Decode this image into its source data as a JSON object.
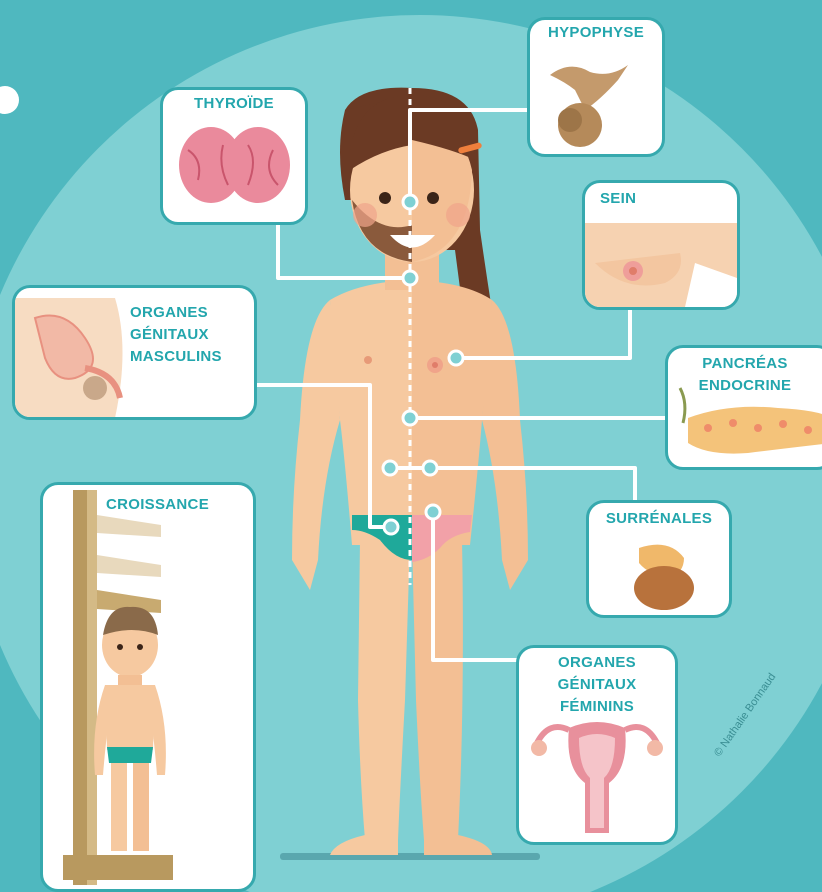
{
  "labels": {
    "hypophyse": "HYPOPHYSE",
    "thyroide": "THYROÏDE",
    "sein": "SEIN",
    "organes_masculins": "ORGANES\nGÉNITAUX\nMASCULINS",
    "pancreas": "PANCRÉAS\nENDOCRINE",
    "croissance": "CROISSANCE",
    "surrenales": "SURRÉNALES",
    "organes_feminins": "ORGANES\nGÉNITAUX\nFÉMININS"
  },
  "credit": "© Nathalie Bonnaud",
  "colors": {
    "background": "#4fb8bf",
    "circle": "#7fd0d3",
    "label": "#23a6ad",
    "skin": "#f6c9a0",
    "hair": "#6b3a24",
    "male_underwear": "#1fa99a",
    "female_underwear": "#f2a1a8"
  }
}
